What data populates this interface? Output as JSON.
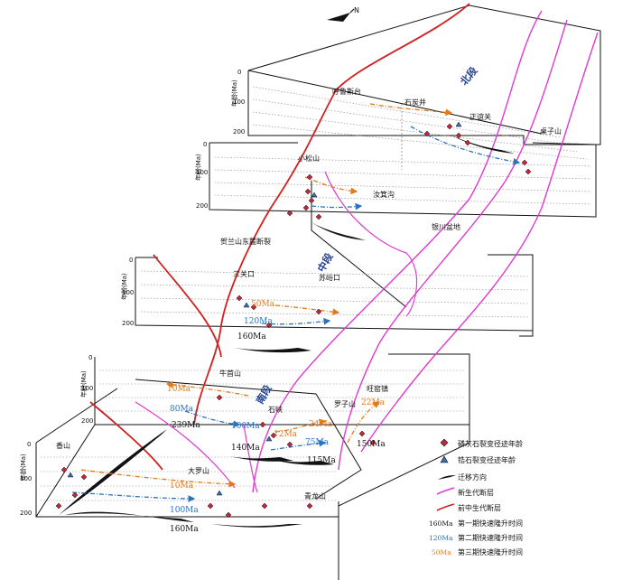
{
  "north": "N",
  "segments": {
    "north": "北段",
    "middle": "中段",
    "south": "南段"
  },
  "axis": {
    "title": "年龄(Ma)",
    "ticks": [
      "0",
      "100",
      "200"
    ]
  },
  "places": {
    "huolusitai": "呼鲁斯台",
    "shizuijing": "石炭井",
    "zhengyiguan": "正谊关",
    "zhuozishan": "桌子山",
    "xiaosongshan": "小松山",
    "gulongou": "汝箕沟",
    "yinchuan": "银川盆地",
    "helanshan_fault": "贺兰山东麓断裂",
    "sanguankou": "三关口",
    "suyukou": "苏峪口",
    "niushoushan": "牛首山",
    "shixia": "石峡",
    "louzishan": "罗子山",
    "yaowazhen": "旺窑镇",
    "xiangshan": "香山",
    "daluoshan": "大罗山",
    "qinglongshan": "青龙山"
  },
  "ages": {
    "n_50": "50Ma",
    "n_120": "120Ma",
    "n_160": "160Ma",
    "s_10a": "10Ma",
    "s_80": "80Ma",
    "s_239": "239Ma",
    "s_100a": "100Ma",
    "s_140": "140Ma",
    "s_12": "12Ma",
    "s_24": "24Ma",
    "s_75": "75Ma",
    "s_115": "115Ma",
    "s_22": "22Ma",
    "s_150": "150Ma",
    "b_10": "10Ma",
    "b_100": "100Ma",
    "b_160": "160Ma"
  },
  "legend": {
    "apatite": "磷灰石裂变径迹年龄",
    "zircon": "锆石裂变径迹年龄",
    "migration": "迁移方向",
    "cenozoic_fault": "新生代断层",
    "premeso_fault": "前中生代断层",
    "p1_age": "160Ma",
    "p1": "第一期快速隆升时间",
    "p2_age": "120Ma",
    "p2": "第二期快速隆升时间",
    "p3_age": "50Ma",
    "p3": "第三期快速隆升时间"
  },
  "colors": {
    "orange": "#e07a1a",
    "blue": "#2a73c0",
    "magenta": "#e03ad0",
    "red": "#d02020",
    "navy": "#1f3f8f"
  }
}
